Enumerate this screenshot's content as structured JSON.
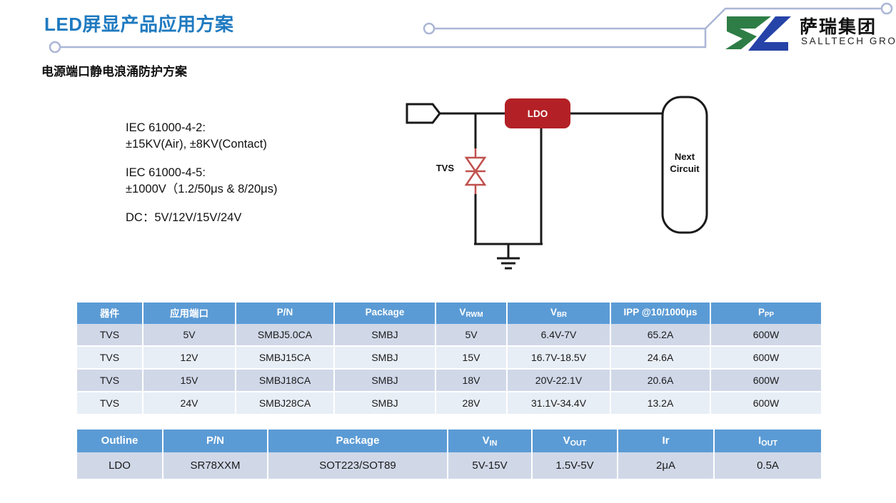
{
  "header": {
    "title": "LED屏显产品应用方案",
    "subtitle": "电源端口静电浪涌防护方案",
    "title_color": "#1f7ac0",
    "deco_line_color": "#aab6d6"
  },
  "logo": {
    "name_cn": "萨瑞集团",
    "name_en": "SALLTECH GROUP",
    "mark_green": "#2e7d46",
    "mark_blue": "#2643a8"
  },
  "spec": {
    "groups": [
      [
        "IEC 61000-4-2:",
        "±15KV(Air), ±8KV(Contact)"
      ],
      [
        "IEC 61000-4-5:",
        "±1000V（1.2/50μs & 8/20μs)"
      ],
      [
        "DC：5V/12V/15V/24V"
      ]
    ]
  },
  "circuit": {
    "tvs_label": "TVS",
    "ldo_label": "LDO",
    "next_circuit_label_line1": "Next",
    "next_circuit_label_line2": "Circuit",
    "ldo_color": "#b32025",
    "tvs_color": "#c0504d",
    "wire_color": "#1a1a1a"
  },
  "table_tvs": {
    "headers": [
      {
        "text": "器件",
        "sub": ""
      },
      {
        "text": "应用端口",
        "sub": ""
      },
      {
        "text": "P/N",
        "sub": ""
      },
      {
        "text": "Package",
        "sub": ""
      },
      {
        "text": "V",
        "sub": "RWM"
      },
      {
        "text": "V",
        "sub": "BR"
      },
      {
        "text": "IPP @10/1000μs",
        "sub": ""
      },
      {
        "text": "P",
        "sub": "PP"
      }
    ],
    "rows": [
      [
        "TVS",
        "5V",
        "SMBJ5.0CA",
        "SMBJ",
        "5V",
        "6.4V-7V",
        "65.2A",
        "600W"
      ],
      [
        "TVS",
        "12V",
        "SMBJ15CA",
        "SMBJ",
        "15V",
        "16.7V-18.5V",
        "24.6A",
        "600W"
      ],
      [
        "TVS",
        "15V",
        "SMBJ18CA",
        "SMBJ",
        "18V",
        "20V-22.1V",
        "20.6A",
        "600W"
      ],
      [
        "TVS",
        "24V",
        "SMBJ28CA",
        "SMBJ",
        "28V",
        "31.1V-34.4V",
        "13.2A",
        "600W"
      ]
    ]
  },
  "table_ldo": {
    "headers": [
      {
        "text": "Outline",
        "sub": ""
      },
      {
        "text": "P/N",
        "sub": ""
      },
      {
        "text": "Package",
        "sub": ""
      },
      {
        "text": "V",
        "sub": "IN"
      },
      {
        "text": "V",
        "sub": "OUT"
      },
      {
        "text": "Ir",
        "sub": ""
      },
      {
        "text": "I",
        "sub": "OUT"
      }
    ],
    "rows": [
      [
        "LDO",
        "SR78XXM",
        "SOT223/SOT89",
        "5V-15V",
        "1.5V-5V",
        "2μA",
        "0.5A"
      ]
    ]
  }
}
